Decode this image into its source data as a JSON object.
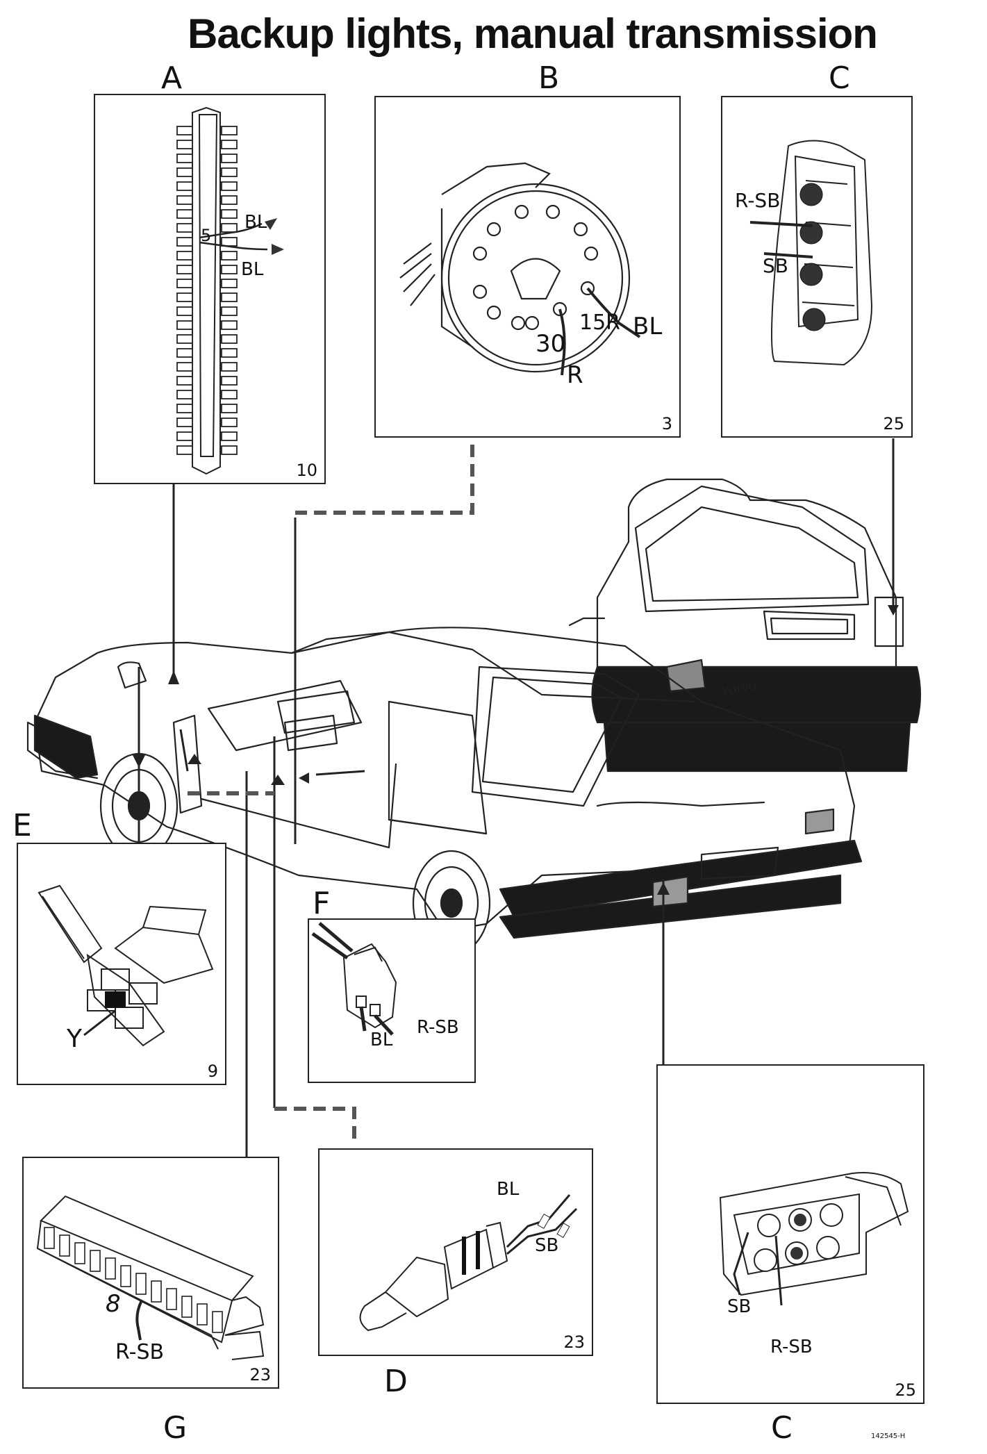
{
  "title": "Backup lights, manual transmission",
  "doc_code": "142545-H",
  "panels": {
    "A": {
      "letter": "A",
      "page": "10",
      "fuse_number": "5",
      "wire_in": "BL",
      "wire_out": "BL"
    },
    "B": {
      "letter": "B",
      "page": "3",
      "pin_15r": "15R",
      "pin_30": "30",
      "wire_bl": "BL",
      "wire_r": "R"
    },
    "C_top": {
      "letter": "C",
      "page": "25",
      "wire_rsb": "R-SB",
      "wire_sb": "SB"
    },
    "E": {
      "letter": "E",
      "page": "9",
      "relay_label": "Y"
    },
    "F": {
      "letter": "F",
      "wire_bl": "BL",
      "wire_rsb": "R-SB"
    },
    "G": {
      "letter": "G",
      "page": "23",
      "pin": "8",
      "wire_rsb": "R-SB"
    },
    "D": {
      "letter": "D",
      "page": "23",
      "wire_bl": "BL",
      "wire_sb": "SB"
    },
    "C_bottom": {
      "letter": "C",
      "page": "25",
      "wire_sb": "SB",
      "wire_rsb": "R-SB"
    }
  },
  "car": {
    "badge": "VOLVO"
  },
  "colors": {
    "line": "#222222",
    "dashed": "#555555"
  },
  "icons": [
    "fuse-box-icon",
    "ignition-switch-icon",
    "tail-lamp-icon",
    "relay-icon",
    "connector-icon",
    "central-electrical-unit-icon",
    "backup-light-switch-icon",
    "car-sedan-icon",
    "car-wagon-icon"
  ]
}
